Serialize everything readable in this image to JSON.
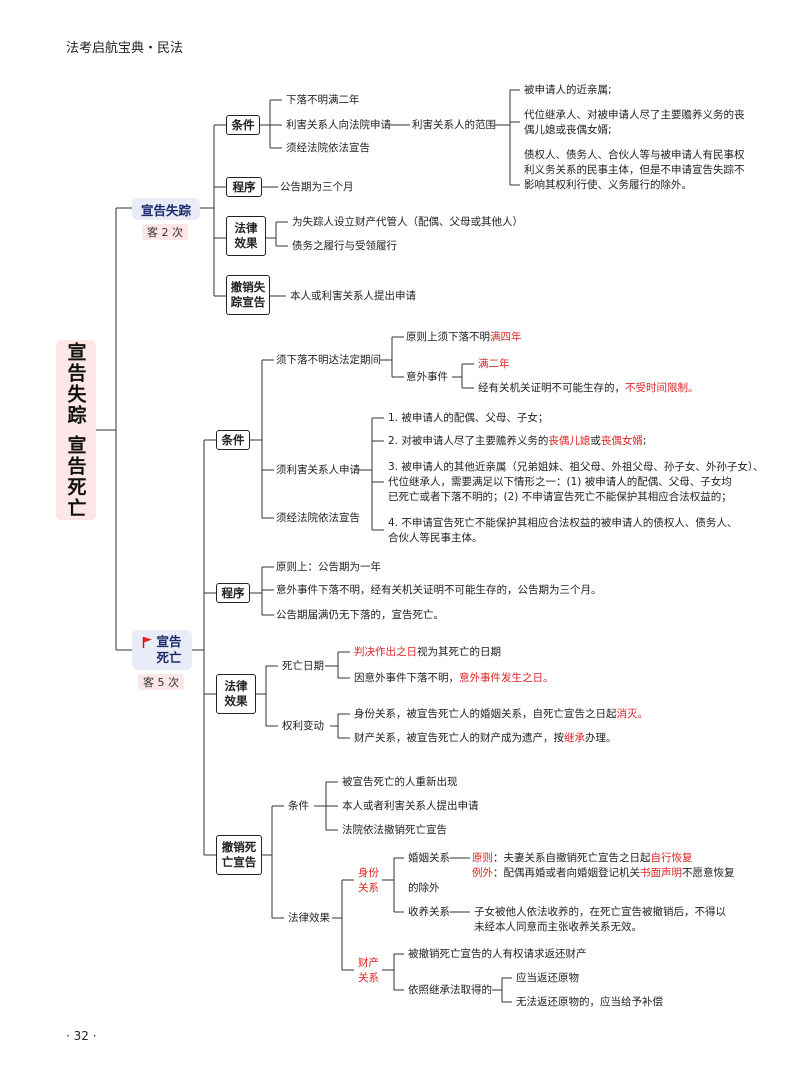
{
  "header": {
    "title": "法考启航宝典・民法"
  },
  "central": {
    "title": "宣告失踪 宣告死亡"
  },
  "footer": {
    "page": "· 32 ·"
  },
  "missing": {
    "label": "宣告失踪",
    "times": "客 2 次",
    "conditions": {
      "label": "条件",
      "items": [
        "下落不明满二年",
        "利害关系人向法院申请",
        "须经法院依法宣告"
      ],
      "scope_label": "利害关系人的范围",
      "scope": [
        "被申请人的近亲属;",
        "代位继承人、对被申请人尽了主要赡养义务的丧",
        "偶儿媳或丧偶女婿;",
        "债权人、债务人、合伙人等与被申请人有民事权",
        "利义务关系的民事主体，但是不申请宣告失踪不",
        "影响其权利行使、义务履行的除外。"
      ]
    },
    "procedure": {
      "label": "程序",
      "text": "公告期为三个月"
    },
    "effect": {
      "label1": "法律",
      "label2": "效果",
      "items": [
        "为失踪人设立财产代管人（配偶、父母或其他人）",
        "债务之履行与受领履行"
      ]
    },
    "revoke": {
      "label1": "撤销失",
      "label2": "踪宣告",
      "text": "本人或利害关系人提出申请"
    }
  },
  "death": {
    "label1": "宣告",
    "label2": "死亡",
    "times": "客 5 次",
    "conditions": {
      "label": "条件",
      "a_label": "须下落不明达法定期间",
      "a1_pre": "原则上须下落不明",
      "a1_red": "满四年",
      "a2_label": "意外事件",
      "a2_1": "满二年",
      "a2_2_pre": "经有关机关证明不可能生存的，",
      "a2_2_red": "不受时间限制。",
      "b_label": "须利害关系人申请",
      "b1": "1. 被申请人的配偶、父母、子女；",
      "b2_pre": "2. 对被申请人尽了主要赡养义务的",
      "b2_red1": "丧偶儿媳",
      "b2_mid": "或",
      "b2_red2": "丧偶女婿",
      "b2_end": ";",
      "b3": [
        "3. 被申请人的其他近亲属（兄弟姐妹、祖父母、外祖父母、孙子女、外孙子女）、",
        "代位继承人，需要满足以下情形之一：(1) 被申请人的配偶、父母、子女均",
        "已死亡或者下落不明的；(2) 不申请宣告死亡不能保护其相应合法权益的；"
      ],
      "b4": [
        "4. 不申请宣告死亡不能保护其相应合法权益的被申请人的债权人、债务人、",
        "合伙人等民事主体。"
      ],
      "c_label": "须经法院依法宣告"
    },
    "procedure": {
      "label": "程序",
      "items": [
        "原则上：公告期为一年",
        "意外事件下落不明，经有关机关证明不可能生存的，公告期为三个月。",
        "公告期届满仍无下落的，宣告死亡。"
      ]
    },
    "effect": {
      "label1": "法律",
      "label2": "效果",
      "date_label": "死亡日期",
      "d1_red": "判决作出之日",
      "d1_post": "视为其死亡的日期",
      "d2_pre": "因意外事件下落不明，",
      "d2_red": "意外事件发生之日。",
      "rights_label": "权利变动",
      "r1_pre": "身份关系，被宣告死亡人的婚姻关系，自死亡宣告之日起",
      "r1_red": "消灭。",
      "r2_pre": "财产关系，被宣告死亡人的财产成为遗产，按",
      "r2_red": "继承",
      "r2_post": "办理。"
    },
    "revoke": {
      "label1": "撤销死",
      "label2": "亡宣告",
      "cond_label": "条件",
      "cond_items": [
        "被宣告死亡的人重新出现",
        "本人或者利害关系人提出申请",
        "法院依法撤销死亡宣告"
      ],
      "effect_label": "法律效果",
      "identity1": "身份",
      "identity2": "关系",
      "marriage_label": "婚姻关系",
      "m1_red": "原则",
      "m1_mid": "：夫妻关系自撤销死亡宣告之日起",
      "m1_red2": "自行恢复",
      "m2_red": "例外",
      "m2_mid": "：配偶再婚或者向婚姻登记机关",
      "m2_red2": "书面声明",
      "m2_end": "不愿意恢复",
      "m3": "的除外",
      "adopt_label": "收养关系",
      "adopt": [
        "子女被他人依法收养的，在死亡宣告被撤销后，不得以",
        "未经本人同意而主张收养关系无效。"
      ],
      "property1": "财产",
      "property2": "关系",
      "p1": "被撤销死亡宣告的人有权请求返还财产",
      "p2_label": "依照继承法取得的",
      "p2_items": [
        "应当返还原物",
        "无法返还原物的，应当给予补偿"
      ]
    }
  },
  "colors": {
    "accent_red": "#e02424",
    "node_bg": "#e9ecf8",
    "central_bg": "#fde6e8"
  },
  "icons": {
    "flag": "flag-icon"
  }
}
